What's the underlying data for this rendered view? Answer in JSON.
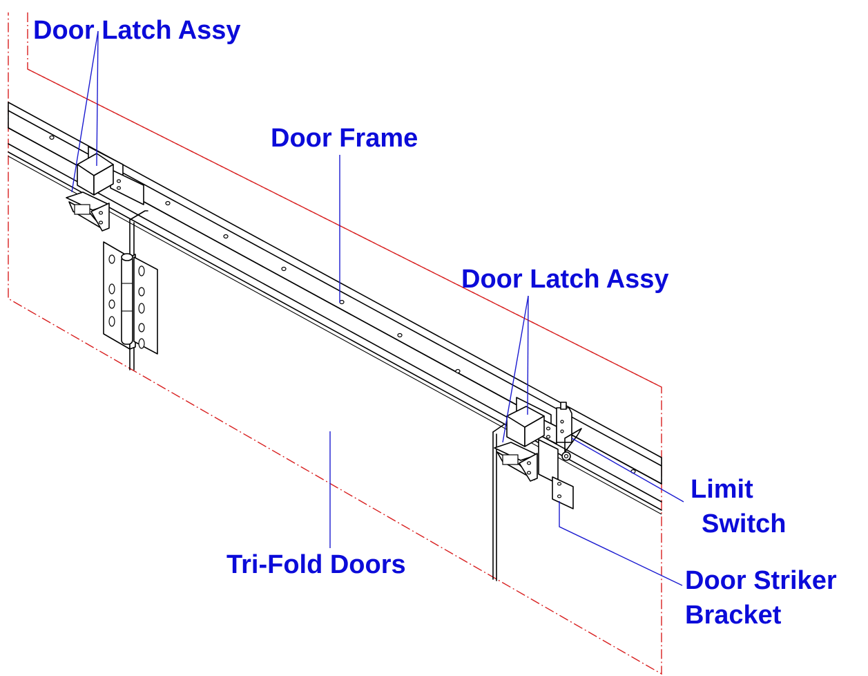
{
  "colors": {
    "label_text": "#0b0bd9",
    "leader_line": "#1a1ad0",
    "boundary_dash": "#d81e1e",
    "drawing_line": "#000000",
    "background": "#ffffff"
  },
  "labels": {
    "door_latch_top": "Door Latch Assy",
    "door_frame": "Door Frame",
    "door_latch_right": "Door Latch Assy",
    "limit_switch_line1": "Limit",
    "limit_switch_line2": "Switch",
    "tri_fold_doors": "Tri-Fold Doors",
    "door_striker_line1": "Door Striker",
    "door_striker_line2": "Bracket"
  }
}
